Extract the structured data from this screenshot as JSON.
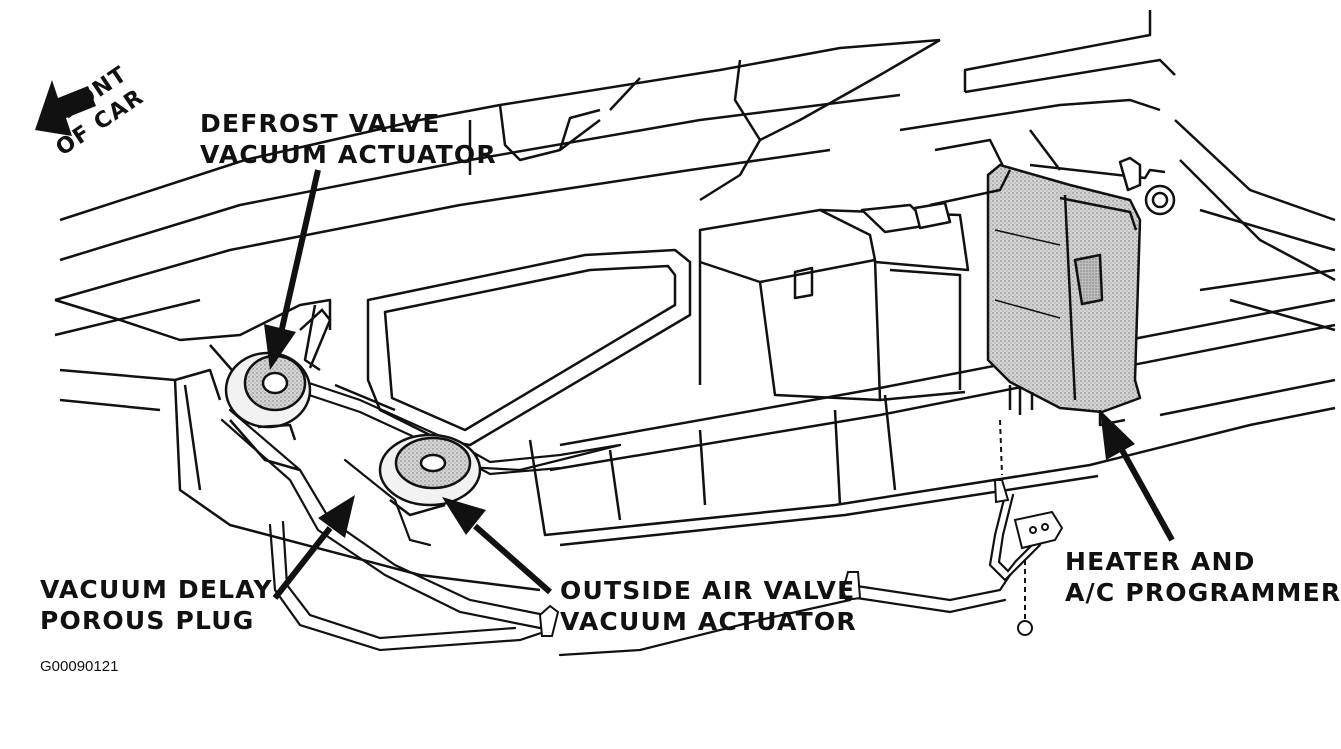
{
  "orientation": {
    "line1": "FRONT",
    "line2": "OF CAR",
    "icon": "arrow-icon"
  },
  "labels": {
    "defrost_actuator": {
      "line1": "DEFROST VALVE",
      "line2": "VACUUM ACTUATOR"
    },
    "vacuum_delay_plug": {
      "line1": "VACUUM DELAY",
      "line2": "POROUS PLUG"
    },
    "outside_air_actuator": {
      "line1": "OUTSIDE AIR VALVE",
      "line2": "VACUUM ACTUATOR"
    },
    "programmer": {
      "line1": "HEATER AND",
      "line2": "A/C PROGRAMMER"
    }
  },
  "figure_id": "G00090121",
  "colors": {
    "ink": "#111111",
    "background": "#ffffff",
    "programmer_fill": "#cfcfcf"
  }
}
